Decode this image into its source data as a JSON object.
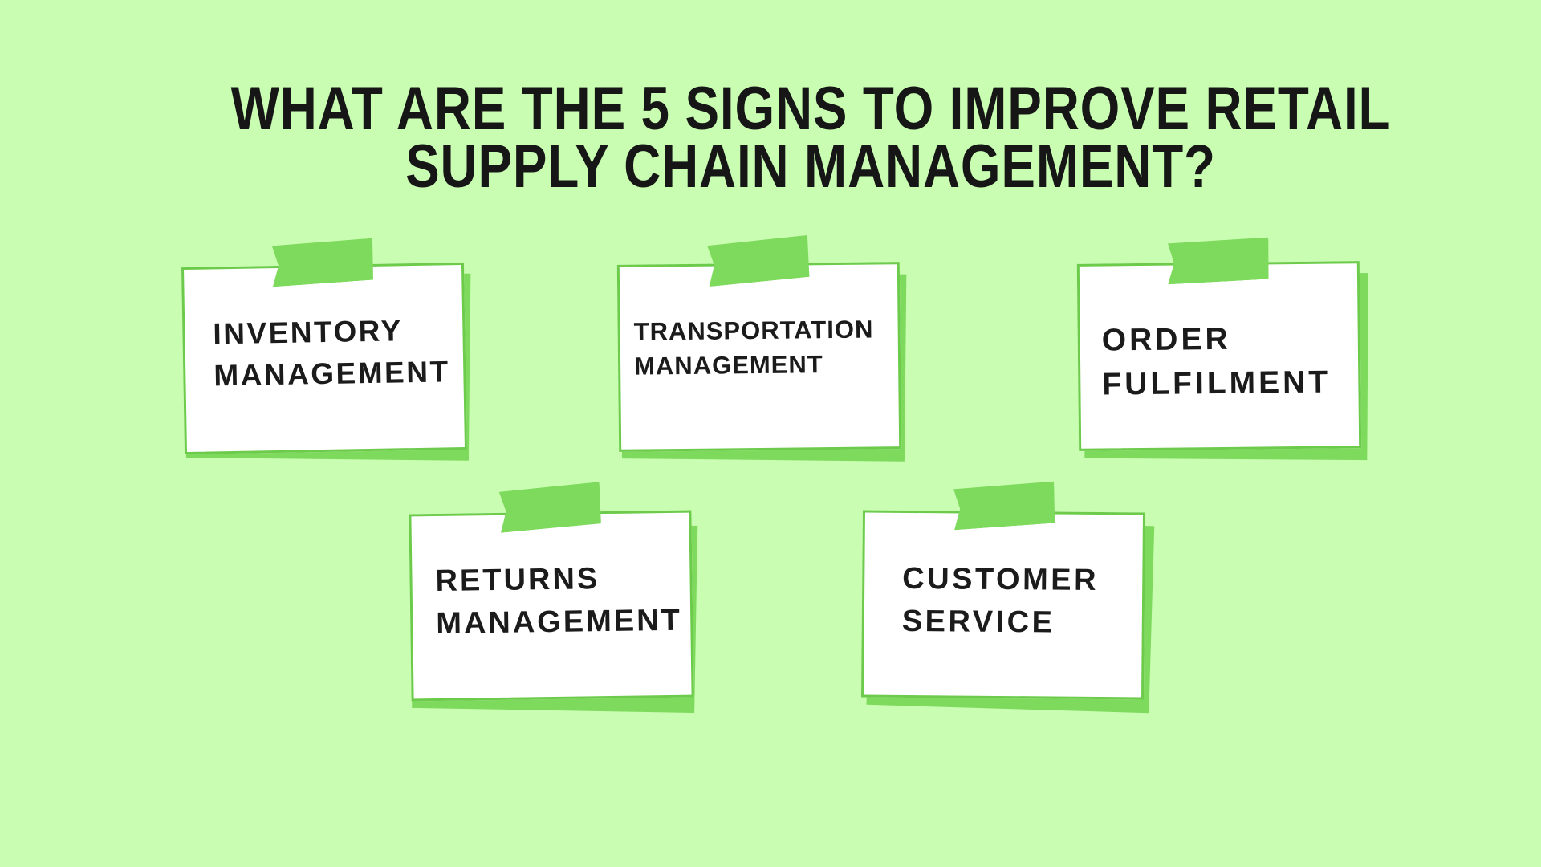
{
  "canvas": {
    "background_color": "#c9fdb2",
    "accent_green": "#7eda5d",
    "border_green": "#6ccb4b",
    "text_color": "#1b1b1b"
  },
  "title": {
    "line1": "WHAT ARE THE 5 SIGNS TO IMPROVE RETAIL",
    "line2": "SUPPLY CHAIN MANAGEMENT?"
  },
  "cards": [
    {
      "id": "inventory-management",
      "line1": "INVENTORY",
      "line2": "MANAGEMENT"
    },
    {
      "id": "transportation-management",
      "line1": "TRANSPORTATION",
      "line2": "MANAGEMENT"
    },
    {
      "id": "order-fulfilment",
      "line1": "ORDER",
      "line2": "FULFILMENT"
    },
    {
      "id": "returns-management",
      "line1": "RETURNS",
      "line2": "MANAGEMENT"
    },
    {
      "id": "customer-service",
      "line1": "CUSTOMER",
      "line2": "SERVICE"
    }
  ]
}
